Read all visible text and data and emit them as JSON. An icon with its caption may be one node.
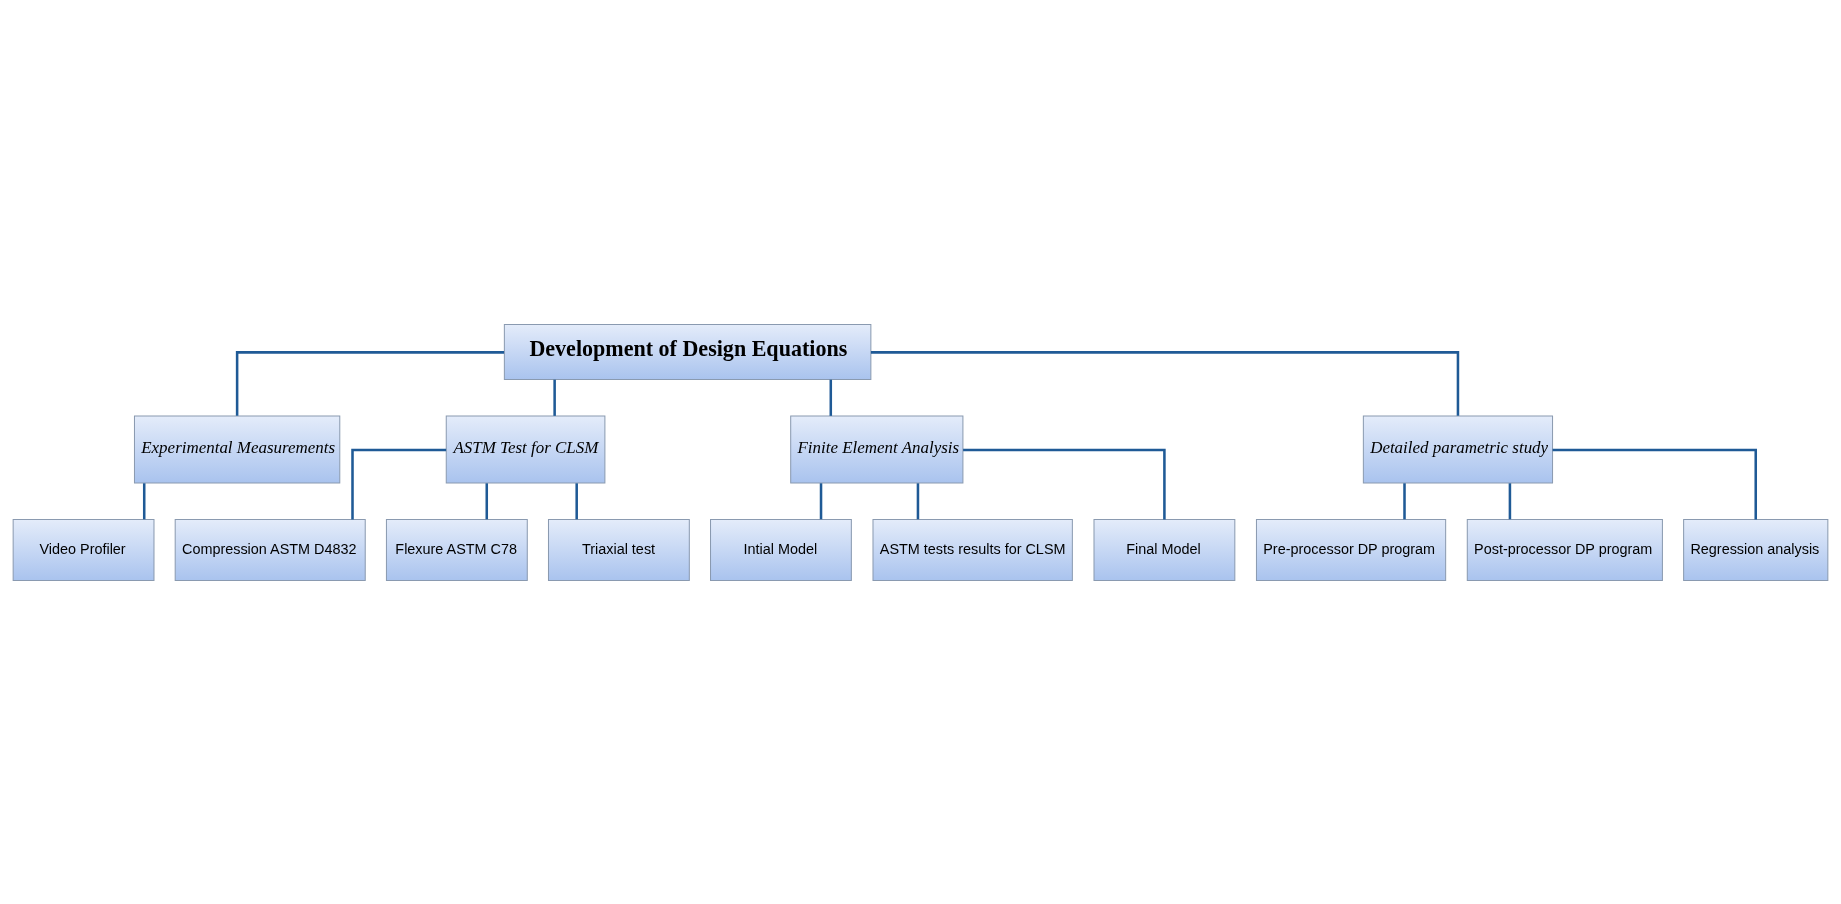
{
  "diagram": {
    "nodes": [
      {
        "text": [
          "Development of Design Equations"
        ]
      },
      {
        "text": [
          "Experimental Measurements"
        ]
      },
      {
        "text": [
          "ASTM Test for CLSM"
        ]
      },
      {
        "text": [
          "Finite Element Analysis"
        ]
      },
      {
        "text": [
          "Detailed parametric study"
        ]
      },
      {
        "text": [
          "Video Profiler"
        ]
      },
      {
        "text": [
          "Compression ASTM D4832"
        ]
      },
      {
        "text": [
          "Flexure ASTM C78"
        ]
      },
      {
        "text": [
          "Triaxial test"
        ]
      },
      {
        "text": [
          "Intial Model"
        ]
      },
      {
        "text": [
          "ASTM tests results for CLSM"
        ]
      },
      {
        "text": [
          "Final Model"
        ]
      },
      {
        "text": [
          "Pre-processor DP program"
        ]
      },
      {
        "text": [
          "Post-processor DP program"
        ]
      },
      {
        "text": [
          "Regression analysis"
        ]
      }
    ],
    "edges": [
      {
        "from": 0,
        "to": 1,
        "arrow": "none"
      },
      {
        "from": 0,
        "to": 2,
        "arrow": "none"
      },
      {
        "from": 0,
        "to": 3,
        "arrow": "none"
      },
      {
        "from": 0,
        "to": 4,
        "arrow": "none"
      },
      {
        "from": 1,
        "to": 5,
        "arrow": "none"
      },
      {
        "from": 2,
        "to": 6,
        "arrow": "none"
      },
      {
        "from": 2,
        "to": 7,
        "arrow": "none"
      },
      {
        "from": 2,
        "to": 8,
        "arrow": "none"
      },
      {
        "from": 3,
        "to": 9,
        "arrow": "none"
      },
      {
        "from": 3,
        "to": 10,
        "arrow": "none"
      },
      {
        "from": 3,
        "to": 11,
        "arrow": "none"
      },
      {
        "from": 4,
        "to": 12,
        "arrow": "none"
      },
      {
        "from": 4,
        "to": 13,
        "arrow": "none"
      },
      {
        "from": 4,
        "to": 14,
        "arrow": "none"
      }
    ]
  }
}
